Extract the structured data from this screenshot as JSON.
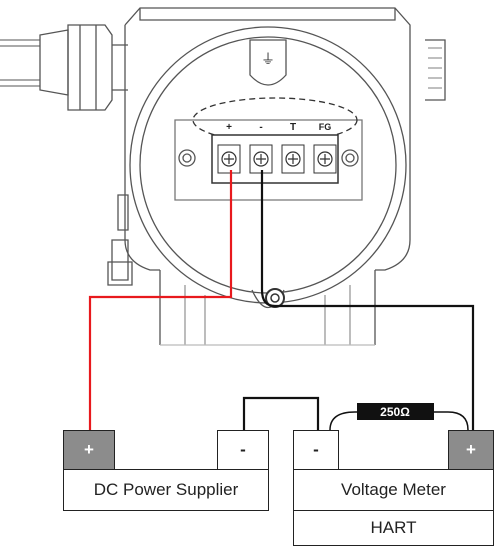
{
  "transmitter": {
    "terminals": [
      "+",
      "-",
      "T",
      "FG"
    ],
    "ground_symbol": "⏚"
  },
  "resistor": {
    "label": "250Ω"
  },
  "dc_supply": {
    "label": "DC Power Supplier",
    "pos": "+",
    "neg": "-"
  },
  "voltage_meter": {
    "label": "Voltage Meter",
    "pos": "+",
    "neg": "-"
  },
  "hart": {
    "label": "HART"
  },
  "colors": {
    "positive_wire": "#e8191d",
    "negative_wire": "#111111",
    "terminal_gray": "#8c8c8c"
  }
}
